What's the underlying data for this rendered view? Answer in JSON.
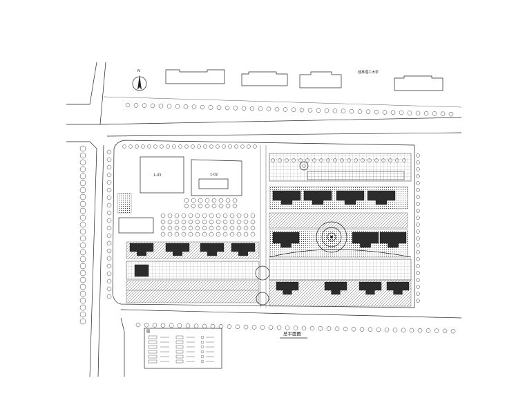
{
  "labels": {
    "north_road": "桂林理工大学",
    "plan_title": "总平面图",
    "north_mark": "N",
    "lot_a": "1-03",
    "lot_b": "1-02",
    "legend_title": "图"
  },
  "colors": {
    "line": "#222222",
    "building_fill": "#2b2b2b",
    "background": "#ffffff"
  }
}
